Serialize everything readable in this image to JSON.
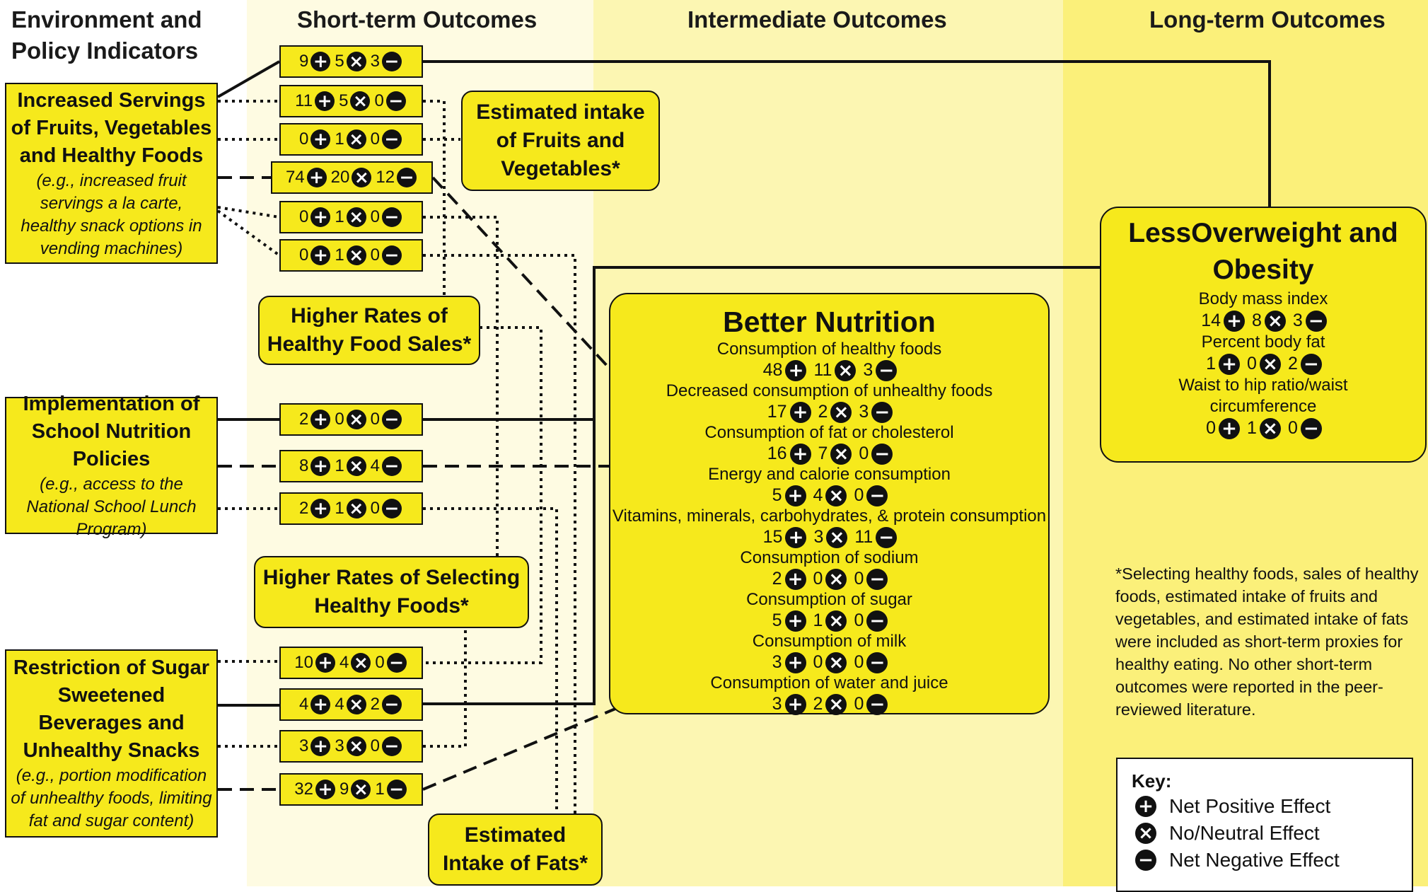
{
  "headers": {
    "env": "Environment and Policy Indicators",
    "short": "Short-term Outcomes",
    "inter": "Intermediate Outcomes",
    "long": "Long-term Outcomes"
  },
  "indicators": {
    "fruits": {
      "title": "Increased Servings of Fruits, Vegetables and Healthy Foods",
      "example": "(e.g., increased fruit servings a la carte, healthy snack options in vending machines)"
    },
    "school": {
      "title": "Implementation of School Nutrition Policies",
      "example": "(e.g., access to the National School Lunch Program)"
    },
    "sugar": {
      "title": "Restriction of Sugar Sweetened Beverages and Unhealthy Snacks",
      "example": "(e.g., portion modification of unhealthy foods, limiting fat and sugar content)"
    }
  },
  "short_term": {
    "intake_fv": "Estimated intake of Fruits and Vegetables*",
    "food_sales": "Higher Rates of Healthy Food Sales*",
    "selecting": "Higher Rates of Selecting Healthy Foods*",
    "fats": "Estimated Intake of Fats*"
  },
  "counts": [
    {
      "pos": "9",
      "neu": "5",
      "neg": "3"
    },
    {
      "pos": "11",
      "neu": "5",
      "neg": "0"
    },
    {
      "pos": "0",
      "neu": "1",
      "neg": "0"
    },
    {
      "pos": "74",
      "neu": "20",
      "neg": "12"
    },
    {
      "pos": "0",
      "neu": "1",
      "neg": "0"
    },
    {
      "pos": "0",
      "neu": "1",
      "neg": "0"
    },
    {
      "pos": "2",
      "neu": "0",
      "neg": "0"
    },
    {
      "pos": "8",
      "neu": "1",
      "neg": "4"
    },
    {
      "pos": "2",
      "neu": "1",
      "neg": "0"
    },
    {
      "pos": "10",
      "neu": "4",
      "neg": "0"
    },
    {
      "pos": "4",
      "neu": "4",
      "neg": "2"
    },
    {
      "pos": "3",
      "neu": "3",
      "neg": "0"
    },
    {
      "pos": "32",
      "neu": "9",
      "neg": "1"
    }
  ],
  "better_nutrition": {
    "title": "Better Nutrition",
    "items": [
      {
        "label": "Consumption of healthy foods",
        "pos": "48",
        "neu": "11",
        "neg": "3"
      },
      {
        "label": "Decreased consumption of unhealthy foods",
        "pos": "17",
        "neu": "2",
        "neg": "3"
      },
      {
        "label": "Consumption of fat or cholesterol",
        "pos": "16",
        "neu": "7",
        "neg": "0"
      },
      {
        "label": "Energy and calorie consumption",
        "pos": "5",
        "neu": "4",
        "neg": "0"
      },
      {
        "label": "Vitamins, minerals, carbohydrates, & protein consumption",
        "pos": "15",
        "neu": "3",
        "neg": "11"
      },
      {
        "label": "Consumption of sodium",
        "pos": "2",
        "neu": "0",
        "neg": "0"
      },
      {
        "label": "Consumption of sugar",
        "pos": "5",
        "neu": "1",
        "neg": "0"
      },
      {
        "label": "Consumption of milk",
        "pos": "3",
        "neu": "0",
        "neg": "0"
      },
      {
        "label": "Consumption of water and juice",
        "pos": "3",
        "neu": "2",
        "neg": "0"
      }
    ]
  },
  "overweight": {
    "title": "LessOverweight and Obesity",
    "items": [
      {
        "label": "Body mass index",
        "pos": "14",
        "neu": "8",
        "neg": "3"
      },
      {
        "label": "Percent body fat",
        "pos": "1",
        "neu": "0",
        "neg": "2"
      },
      {
        "label": "Waist to hip ratio/waist circumference",
        "pos": "0",
        "neu": "1",
        "neg": "0"
      }
    ]
  },
  "footnote": "*Selecting healthy foods, sales of healthy foods, estimated intake of fruits and vegetables, and estimated intake of fats were included as short-term proxies for healthy eating. No other short-term outcomes were reported in the peer-reviewed literature.",
  "key": {
    "title": "Key:",
    "positive": "Net Positive Effect",
    "neutral": "No/Neutral Effect",
    "negative": "Net Negative Effect"
  },
  "icons": {
    "positive": "plus-circle-icon",
    "neutral": "x-circle-icon",
    "negative": "minus-circle-icon"
  },
  "colors": {
    "box_fill": "#f6e91c",
    "short_bg": "#fefbe2",
    "inter_bg": "#fcf6b2",
    "long_bg": "#fbf07a"
  }
}
